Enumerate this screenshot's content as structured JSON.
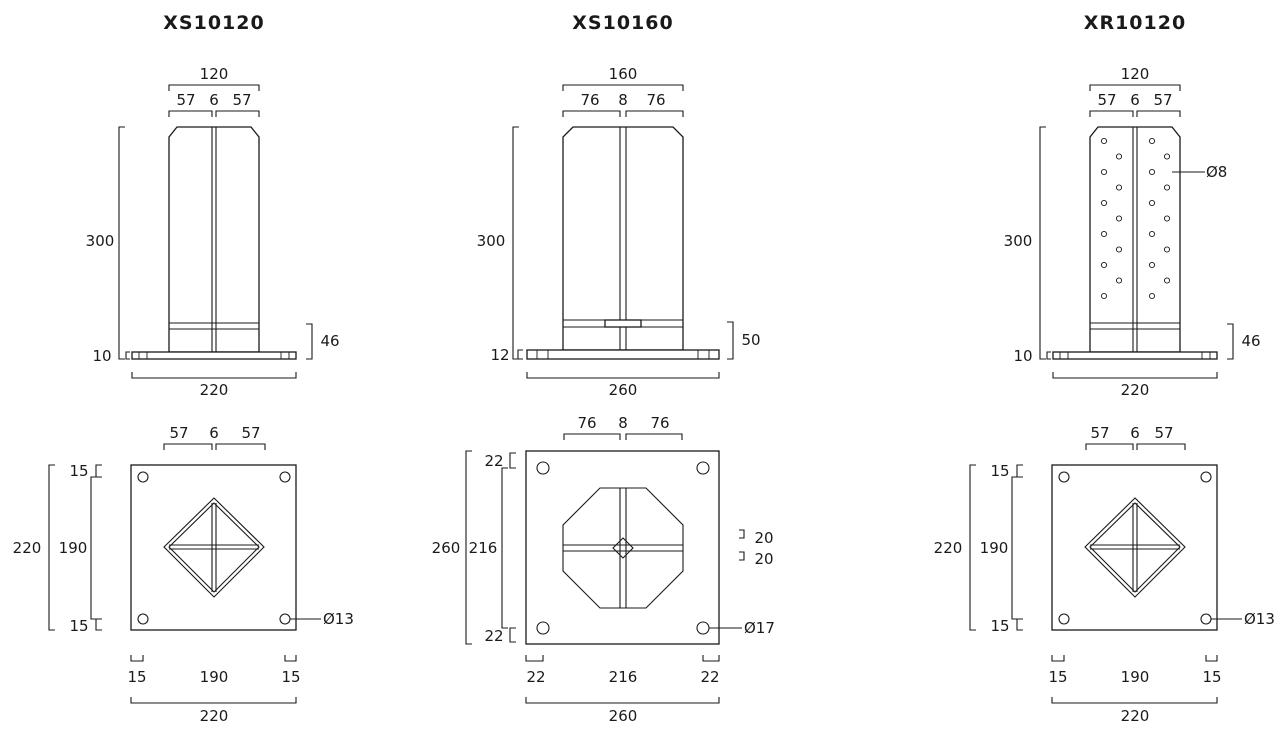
{
  "products": [
    {
      "title": "XS10120",
      "side": {
        "width_total": "120",
        "width_parts": [
          "57",
          "6",
          "57"
        ],
        "height": "300",
        "plate_thickness": "10",
        "base_height": "46",
        "base_width": "220"
      },
      "top": {
        "width_parts": [
          "57",
          "6",
          "57"
        ],
        "height_total": "220",
        "height_inner": "190",
        "edge_top": "15",
        "edge_bottom": "15",
        "hole_dia": "Ø13",
        "bottom_edges": [
          "15",
          "190",
          "15"
        ],
        "bottom_total": "220"
      }
    },
    {
      "title": "XS10160",
      "side": {
        "width_total": "160",
        "width_parts": [
          "76",
          "8",
          "76"
        ],
        "height": "300",
        "plate_thickness": "12",
        "base_height": "50",
        "base_width": "260"
      },
      "top": {
        "width_parts": [
          "76",
          "8",
          "76"
        ],
        "height_total": "260",
        "height_inner": "216",
        "edge_top": "22",
        "edge_bottom": "22",
        "hole_dia": "Ø17",
        "rib_gap_top": "20",
        "rib_gap_bottom": "20",
        "bottom_edges": [
          "22",
          "216",
          "22"
        ],
        "bottom_total": "260"
      }
    },
    {
      "title": "XR10120",
      "side": {
        "width_total": "120",
        "width_parts": [
          "57",
          "6",
          "57"
        ],
        "height": "300",
        "plate_thickness": "10",
        "base_height": "46",
        "base_width": "220",
        "hole_dia": "Ø8"
      },
      "top": {
        "width_parts": [
          "57",
          "6",
          "57"
        ],
        "height_total": "220",
        "height_inner": "190",
        "edge_top": "15",
        "edge_bottom": "15",
        "hole_dia": "Ø13",
        "bottom_edges": [
          "15",
          "190",
          "15"
        ],
        "bottom_total": "220"
      }
    }
  ]
}
